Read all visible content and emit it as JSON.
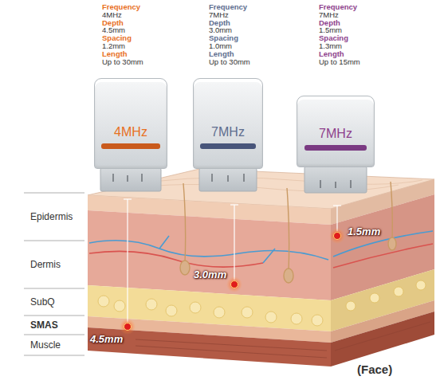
{
  "diagram": {
    "nodes": [
      {
        "text": [
          "4MHz"
        ]
      },
      {
        "text": [
          "7MHz"
        ]
      },
      {
        "text": [
          "7MHz"
        ]
      }
    ],
    "labels": [
      "Frequency",
      "4MHz",
      "Depth",
      "4.5mm",
      "Spacing",
      "1.2mm",
      "Length",
      "Up to 30mm",
      "Frequency",
      "7MHz",
      "Depth",
      "3.0mm",
      "Spacing",
      "1.0mm",
      "Length",
      "Up to 30mm",
      "Frequency",
      "7MHz",
      "Depth",
      "1.5mm",
      "Spacing",
      "1.3mm",
      "Length",
      "Up to 15mm",
      "Epidermis",
      "Dermis",
      "SubQ",
      "SMAS",
      "Muscle",
      "1.5mm",
      "3.0mm",
      "4.5mm",
      "(Face)"
    ]
  }
}
